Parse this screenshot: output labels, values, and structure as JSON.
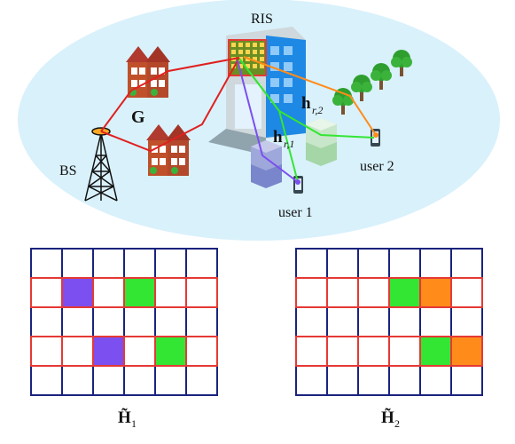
{
  "labels": {
    "ris": "RIS",
    "bs": "BS",
    "g": "G",
    "h_r1_main": "h",
    "h_r1_sub": "r,1",
    "h_r2_main": "h",
    "h_r2_sub": "r,2",
    "user1": "user 1",
    "user2": "user 2"
  },
  "grids": [
    {
      "caption_main": "H̃",
      "caption_sub": "1",
      "rows": 5,
      "cols": 6,
      "highlighted_rows": [
        1,
        3
      ],
      "filled": [
        {
          "row": 1,
          "col": 1,
          "color": "#7b4ff0"
        },
        {
          "row": 1,
          "col": 3,
          "color": "#33e633"
        },
        {
          "row": 3,
          "col": 2,
          "color": "#7b4ff0"
        },
        {
          "row": 3,
          "col": 4,
          "color": "#33e633"
        }
      ]
    },
    {
      "caption_main": "H̃",
      "caption_sub": "2",
      "rows": 5,
      "cols": 6,
      "highlighted_rows": [
        1,
        3
      ],
      "filled": [
        {
          "row": 1,
          "col": 3,
          "color": "#33e633"
        },
        {
          "row": 1,
          "col": 4,
          "color": "#ff8c1a"
        },
        {
          "row": 3,
          "col": 4,
          "color": "#33e633"
        },
        {
          "row": 3,
          "col": 5,
          "color": "#ff8c1a"
        }
      ]
    }
  ],
  "colors": {
    "ellipse": "#d9f1fb",
    "bs_link": "#e02020",
    "user1_link": "#7b4ff0",
    "user2_link": "#ff8c1a",
    "ris_user_link": "#33e633",
    "grid_outline": "#1a237e",
    "grid_highlight": "#e53935"
  }
}
